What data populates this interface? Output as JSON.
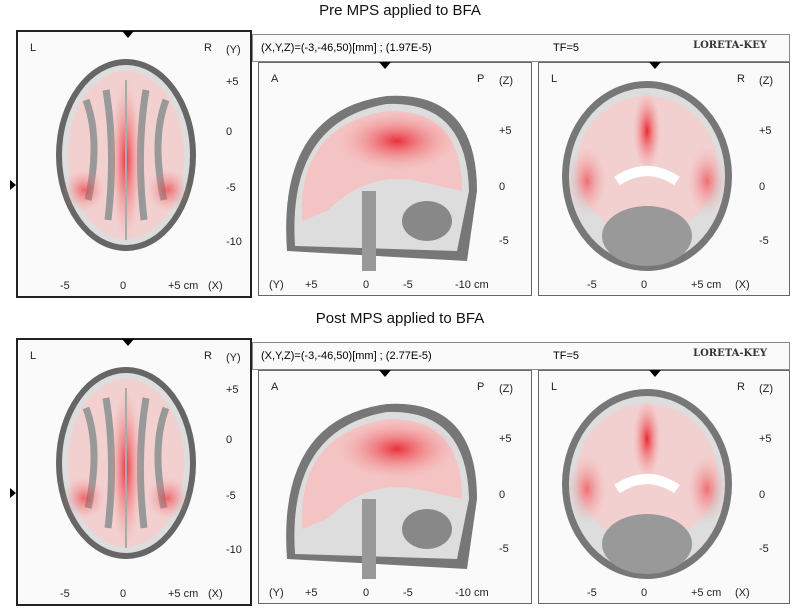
{
  "panels": [
    {
      "title": "Pre MPS applied to BFA",
      "coord": "(X,Y,Z)=(-3,-46,50)[mm] ; (1.97E-5)",
      "tf": "TF=5",
      "logo": "LORETA-KEY",
      "axial": {
        "l": "L",
        "r": "R",
        "axis": "(Y)",
        "yticks": [
          "+5",
          "0",
          "-5",
          "-10"
        ],
        "xticks": [
          "-5",
          "0",
          "+5 cm",
          "(X)"
        ]
      },
      "sagittal": {
        "l": "A",
        "r": "P",
        "axis": "(Z)",
        "yticks": [
          "+5",
          "0",
          "-5"
        ],
        "xticks": [
          "(Y)",
          "+5",
          "0",
          "-5",
          "-10 cm"
        ]
      },
      "coronal": {
        "l": "L",
        "r": "R",
        "axis": "(Z)",
        "yticks": [
          "+5",
          "0",
          "-5"
        ],
        "xticks": [
          "-5",
          "0",
          "+5 cm",
          "(X)"
        ]
      }
    },
    {
      "title": "Post MPS applied to BFA",
      "coord": "(X,Y,Z)=(-3,-46,50)[mm] ; (2.77E-5)",
      "tf": "TF=5",
      "logo": "LORETA-KEY",
      "axial": {
        "l": "L",
        "r": "R",
        "axis": "(Y)",
        "yticks": [
          "+5",
          "0",
          "-5",
          "-10"
        ],
        "xticks": [
          "-5",
          "0",
          "+5 cm",
          "(X)"
        ]
      },
      "sagittal": {
        "l": "A",
        "r": "P",
        "axis": "(Z)",
        "yticks": [
          "+5",
          "0",
          "-5"
        ],
        "xticks": [
          "(Y)",
          "+5",
          "0",
          "-5",
          "-10 cm"
        ]
      },
      "coronal": {
        "l": "L",
        "r": "R",
        "axis": "(Z)",
        "yticks": [
          "+5",
          "0",
          "-5"
        ],
        "xticks": [
          "-5",
          "0",
          "+5 cm",
          "(X)"
        ]
      }
    }
  ],
  "colors": {
    "activation": "#e8202a",
    "brain": "#9a9a9a"
  }
}
